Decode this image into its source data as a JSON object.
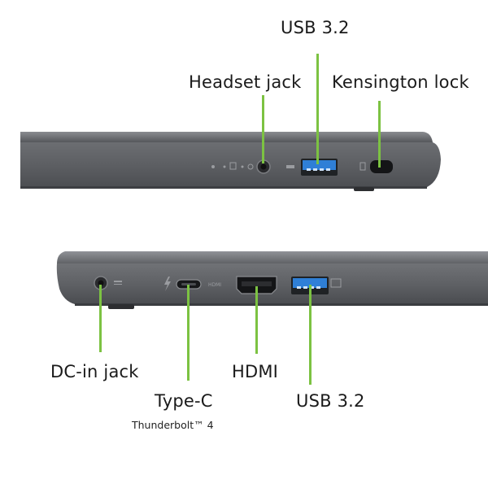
{
  "top_view": {
    "usb": "USB 3.2",
    "headset": "Headset jack",
    "kensington": "Kensington lock"
  },
  "bottom_view": {
    "dcin": "DC-in jack",
    "typec": "Type-C",
    "typec_sub": "Thunderbolt™ 4",
    "hdmi": "HDMI",
    "usb": "USB 3.2"
  },
  "port_legend": {
    "hdmi_mark": "HDMI"
  },
  "colors": {
    "leader_line": "#7cc242",
    "chassis": "#5c5e62",
    "usb_port": "#2f7fd6"
  }
}
